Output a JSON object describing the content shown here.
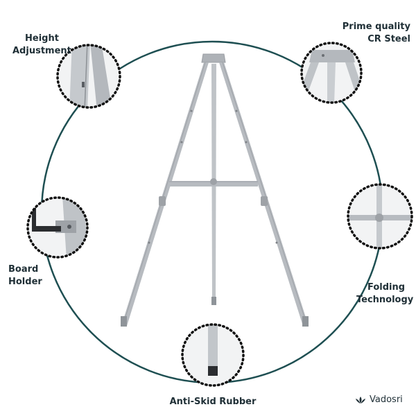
{
  "features": {
    "height_adjustment": {
      "line1": "Height",
      "line2": "Adjustment"
    },
    "prime_quality": {
      "line1": "Prime quality",
      "line2": "CR Steel"
    },
    "board_holder": {
      "line1": "Board",
      "line2": "Holder"
    },
    "folding_technology": {
      "line1": "Folding",
      "line2": "Technology"
    },
    "anti_skid": {
      "line1": "Anti-Skid Rubber"
    }
  },
  "brand": {
    "name": "Vadosri",
    "logo_icon": "lotus-leaf-icon"
  },
  "colors": {
    "ring": "#1e4f52",
    "steel": "#b7bbc0",
    "steel_dark": "#8f9499",
    "text": "#1f2f36",
    "dots": "#111111"
  }
}
